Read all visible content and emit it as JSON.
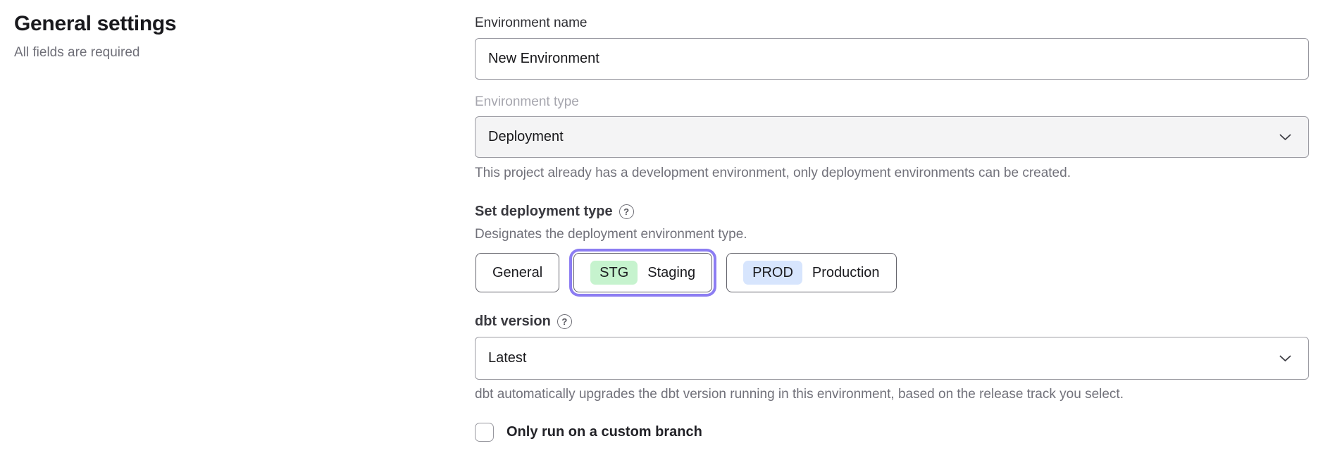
{
  "page": {
    "title": "General settings",
    "subtitle": "All fields are required"
  },
  "form": {
    "environment_name": {
      "label": "Environment name",
      "value": "New Environment"
    },
    "environment_type": {
      "label": "Environment type",
      "value": "Deployment",
      "disabled": true,
      "helper": "This project already has a development environment, only deployment environments can be created."
    },
    "deployment_type": {
      "label": "Set deployment type",
      "description": "Designates the deployment environment type.",
      "options": [
        {
          "label": "General",
          "badge": null,
          "selected": false
        },
        {
          "label": "Staging",
          "badge": "STG",
          "selected": true
        },
        {
          "label": "Production",
          "badge": "PROD",
          "selected": false
        }
      ]
    },
    "dbt_version": {
      "label": "dbt version",
      "value": "Latest",
      "helper": "dbt automatically upgrades the dbt version running in this environment, based on the release track you select."
    },
    "custom_branch": {
      "label": "Only run on a custom branch",
      "checked": false
    }
  },
  "icons": {
    "help": "?",
    "chevron_down": "chevron-down"
  },
  "colors": {
    "accent_ring": "#8c7df2",
    "staging_badge_bg": "#c6f3ce",
    "production_badge_bg": "#d7e5fd",
    "disabled_field_bg": "#f4f4f5",
    "helper_text": "#71717a",
    "border_gray": "#97979f"
  }
}
